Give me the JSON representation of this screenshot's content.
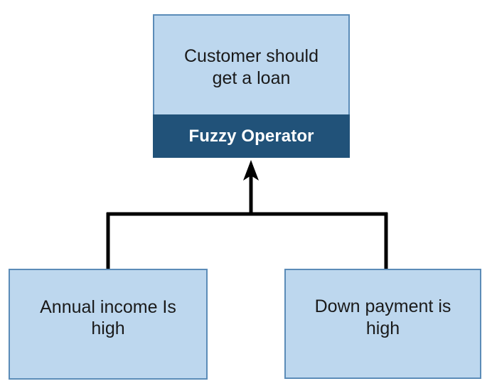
{
  "diagram": {
    "type": "fuzzy-inference-tree",
    "background_color": "#ffffff",
    "palette": {
      "node_fill": "#bdd7ee",
      "node_border": "#5b8cb8",
      "banner_fill": "#215279",
      "banner_text": "#ffffff",
      "node_text": "#1a1a1a",
      "connector": "#000000"
    },
    "root": {
      "title": "Customer should\nget a loan",
      "banner_label": "Fuzzy Operator"
    },
    "children": [
      {
        "title": "Annual income Is\nhigh"
      },
      {
        "title": "Down payment is\nhigh"
      }
    ],
    "connectors": {
      "arrow_direction": "up",
      "style": "orthogonal-bus",
      "description": "Two child nodes join a horizontal bus that feeds a single upward arrow into the root node"
    }
  }
}
